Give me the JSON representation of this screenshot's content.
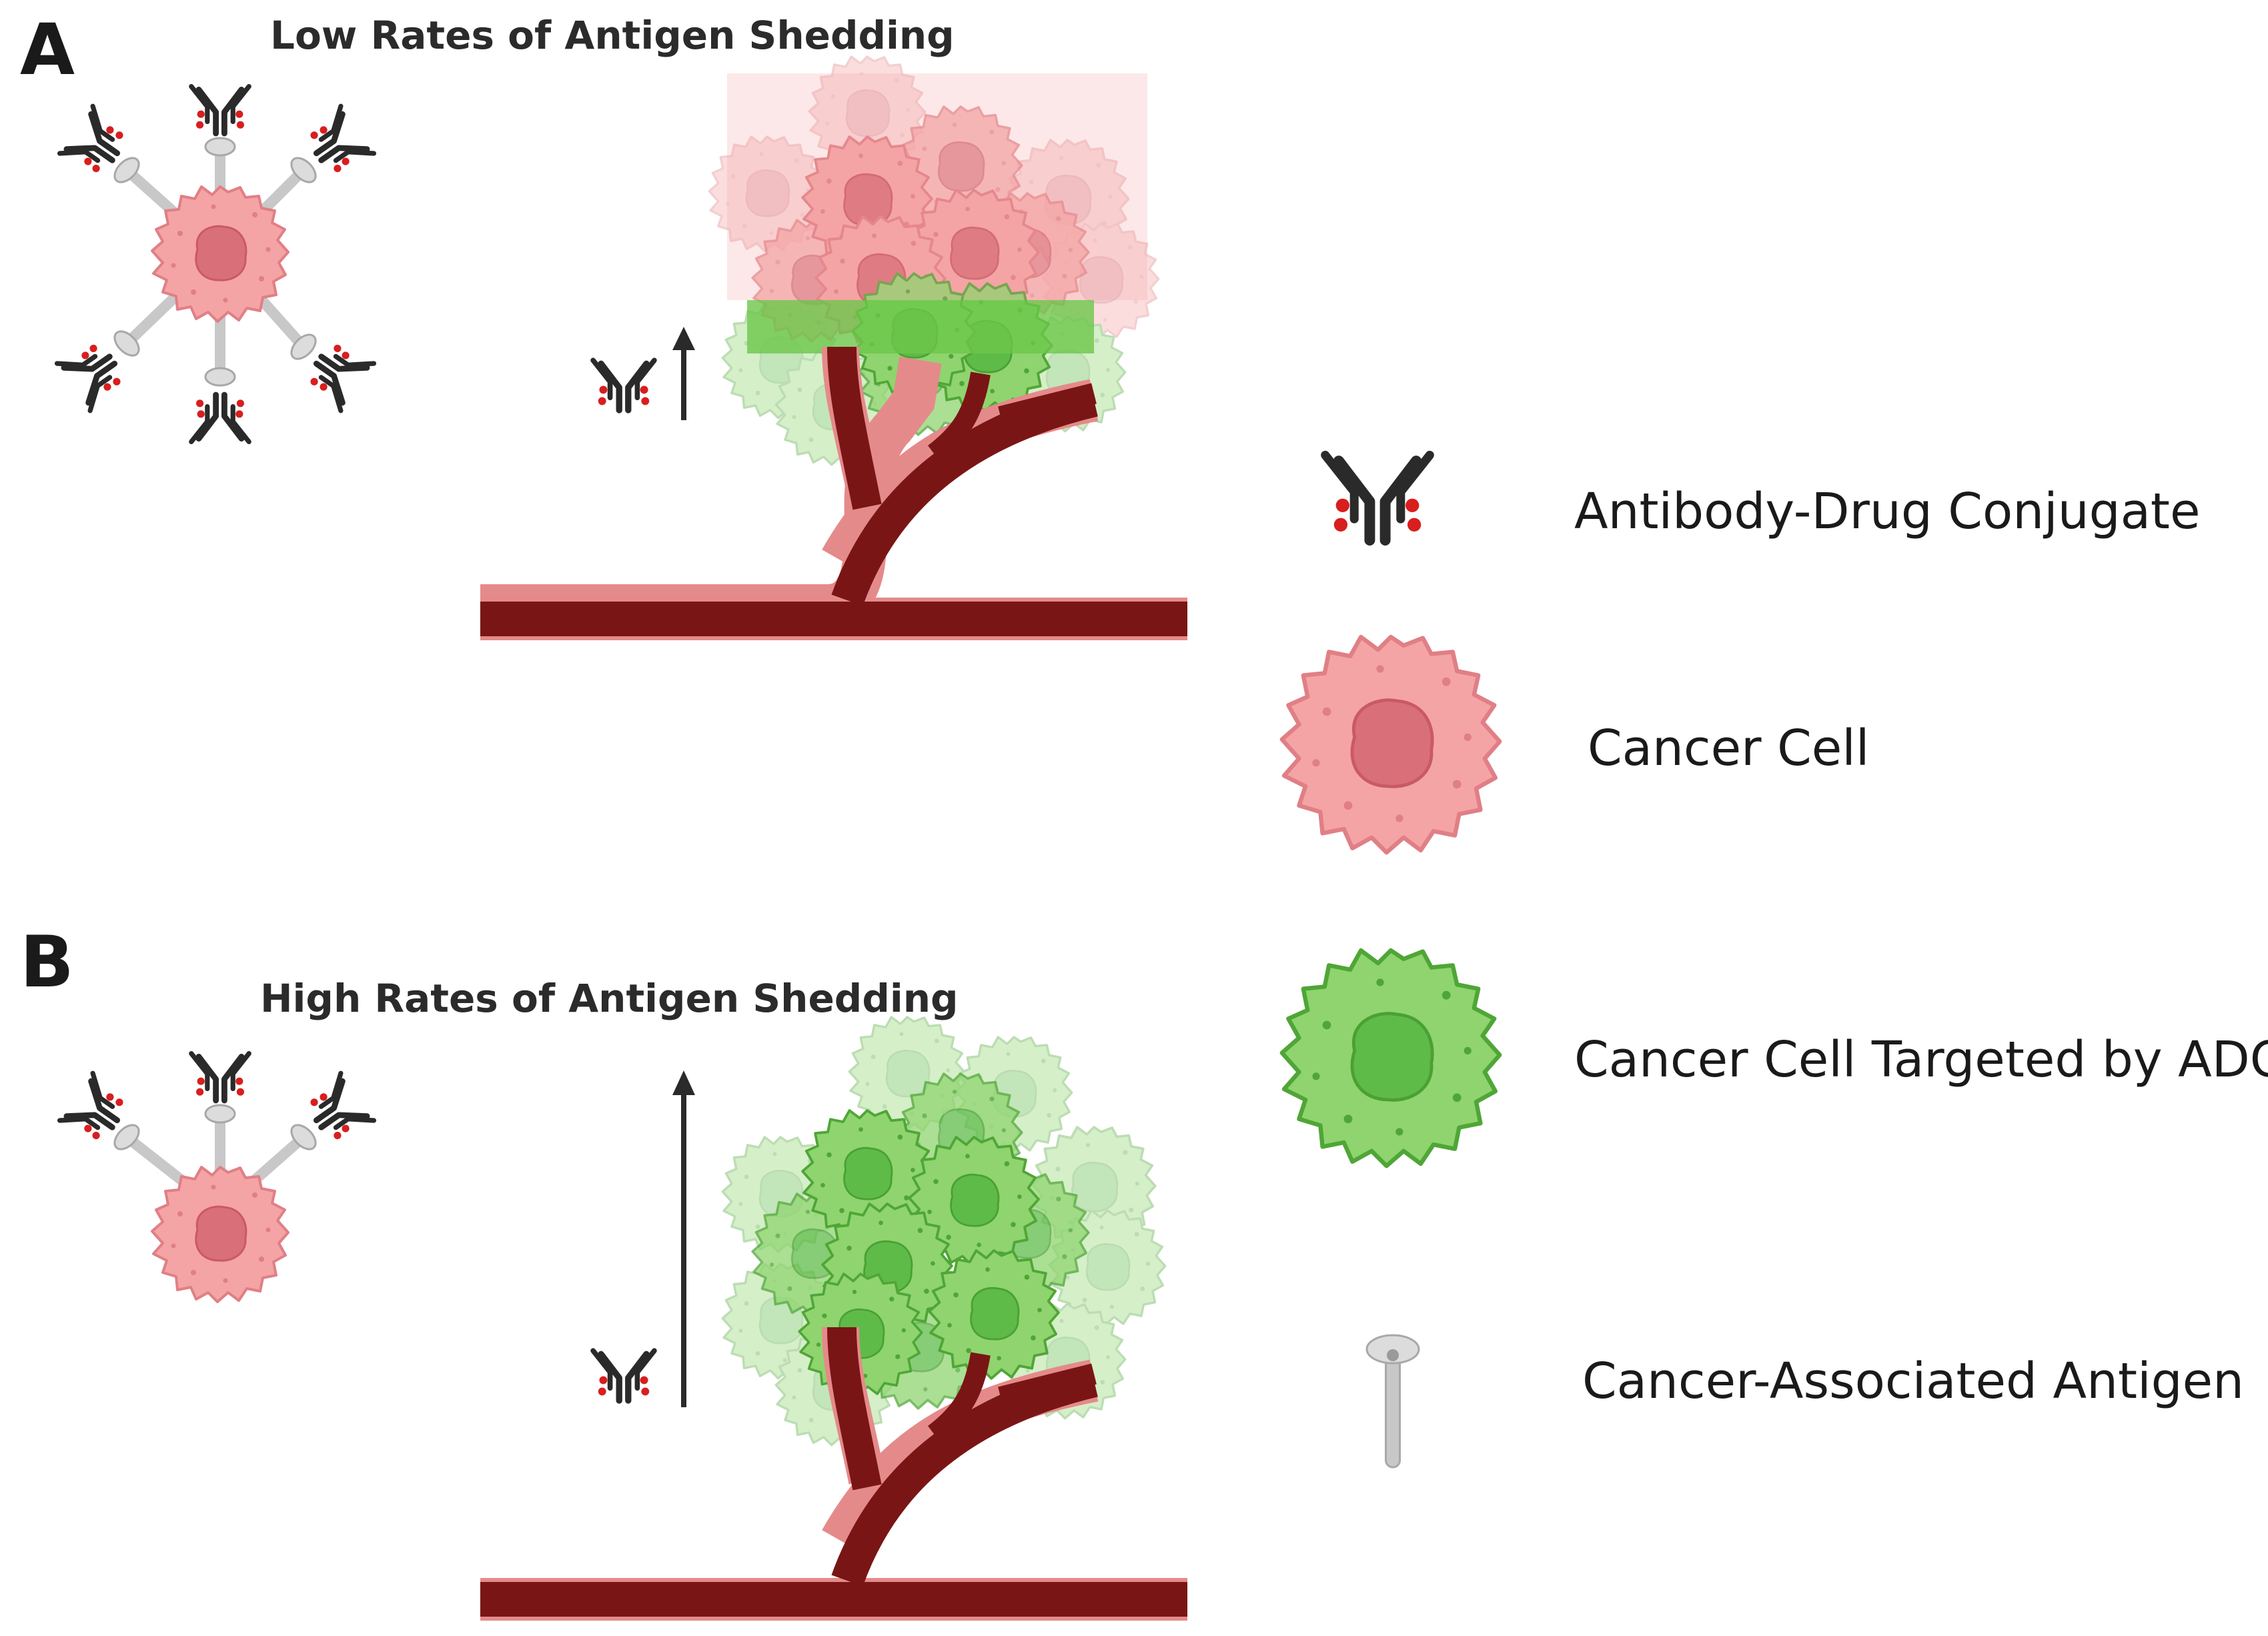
{
  "panels": [
    {
      "letter": "A",
      "title": "Low Rates of Antigen Shedding"
    },
    {
      "letter": "B",
      "title": "High Rates of Antigen Shedding"
    }
  ],
  "legend": [
    {
      "icon": "antibody-drug-conjugate-icon",
      "label": "Antibody-Drug Conjugate"
    },
    {
      "icon": "cancer-cell-icon",
      "label": "Cancer Cell"
    },
    {
      "icon": "targeted-cancer-cell-icon",
      "label": "Cancer Cell Targeted by ADC"
    },
    {
      "icon": "antigen-icon",
      "label": "Cancer-Associated Antigen"
    }
  ],
  "colors": {
    "cancer_cell": "#f2a0a0",
    "cancer_nucleus": "#d96f78",
    "targeted_cell": "#7fcf5f",
    "targeted_nucleus": "#58b540",
    "vessel": "#7a1515",
    "vessel_highlight": "#e58a8a",
    "antibody": "#2a2a2a",
    "drug": "#d81e1e",
    "antigen": "#c8c8c8"
  }
}
